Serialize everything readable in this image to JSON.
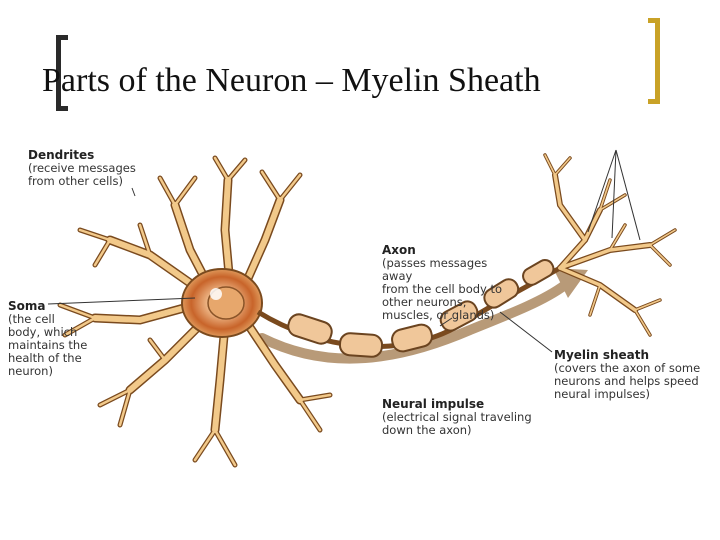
{
  "slide": {
    "title": "Parts of the Neuron – Myelin Sheath"
  },
  "colors": {
    "left_bracket": "#2a2a2a",
    "right_bracket": "#c9a227",
    "neuron_fill": "#f2c98a",
    "neuron_outline": "#7a4a1e",
    "soma_center": "#c8642a",
    "myelin_fill": "#f0c79a",
    "myelin_outline": "#6b4420",
    "impulse_arrow": "#b89a78"
  },
  "labels": {
    "dendrites": {
      "head": "Dendrites",
      "desc": "(receive messages\nfrom other cells)"
    },
    "soma": {
      "head": "Soma",
      "desc": "(the cell\nbody, which\nmaintains the\nhealth of the\nneuron)"
    },
    "axon": {
      "head": "Axon",
      "desc": "(passes messages away\nfrom the cell body to\nother neurons,\nmuscles, or glands)"
    },
    "myelin": {
      "head": "Myelin sheath",
      "desc": "(covers the axon of some\nneurons and helps speed\nneural impulses)"
    },
    "impulse": {
      "head": "Neural impulse",
      "desc": "(electrical signal traveling\ndown the axon)"
    }
  }
}
